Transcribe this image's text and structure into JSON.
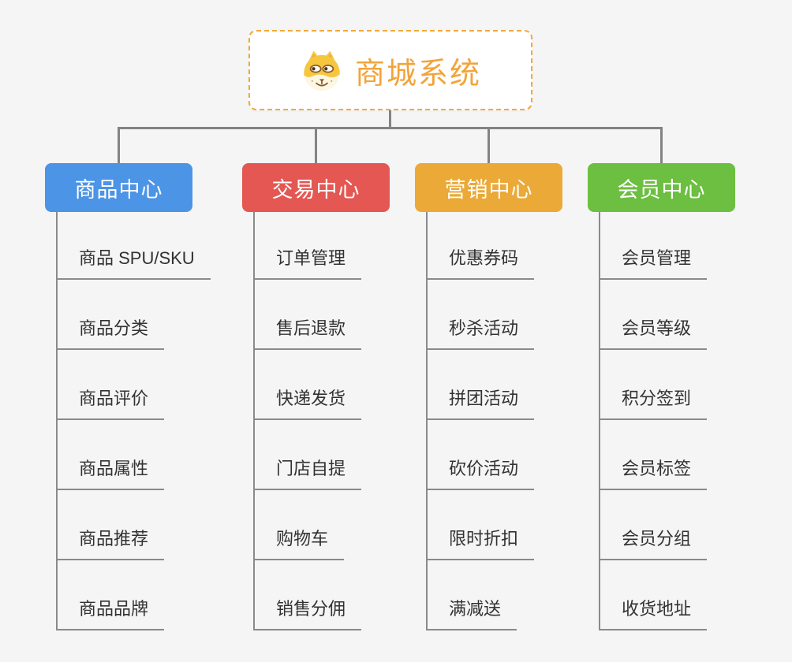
{
  "root": {
    "title": "商城系统",
    "icon": "dog-face-icon",
    "accent_color": "#f2a43b",
    "border_color": "#f2a93c"
  },
  "ui": {
    "connector_color": "#838383",
    "underline_color": "#8a8a8a",
    "background_color": "#f5f5f5"
  },
  "branches": [
    {
      "label": "商品中心",
      "color": "#4b94e6",
      "items": [
        "商品 SPU/SKU",
        "商品分类",
        "商品评价",
        "商品属性",
        "商品推荐",
        "商品品牌"
      ]
    },
    {
      "label": "交易中心",
      "color": "#e45752",
      "items": [
        "订单管理",
        "售后退款",
        "快递发货",
        "门店自提",
        "购物车",
        "销售分佣"
      ]
    },
    {
      "label": "营销中心",
      "color": "#eba938",
      "items": [
        "优惠券码",
        "秒杀活动",
        "拼团活动",
        "砍价活动",
        "限时折扣",
        "满减送"
      ]
    },
    {
      "label": "会员中心",
      "color": "#6cbf40",
      "items": [
        "会员管理",
        "会员等级",
        "积分签到",
        "会员标签",
        "会员分组",
        "收货地址"
      ]
    }
  ]
}
